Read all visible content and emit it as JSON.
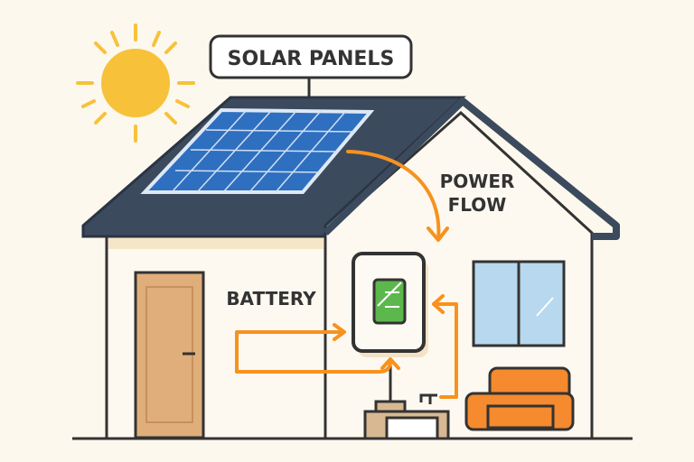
{
  "labels": {
    "solar_panels": "SOLAR PANELS",
    "power_flow_line1": "POWER",
    "power_flow_line2": "FLOW",
    "battery": "BATTERY"
  },
  "colors": {
    "background": "#fcf8ee",
    "roof": "#3c4a5e",
    "panel": "#2f6fc0",
    "sun": "#f7c23a",
    "arrow": "#f7921e",
    "battery_screen": "#5cb84c",
    "door": "#dfae7a",
    "window": "#b7d8ee",
    "sofa": "#f58a2e",
    "outline": "#333333"
  }
}
